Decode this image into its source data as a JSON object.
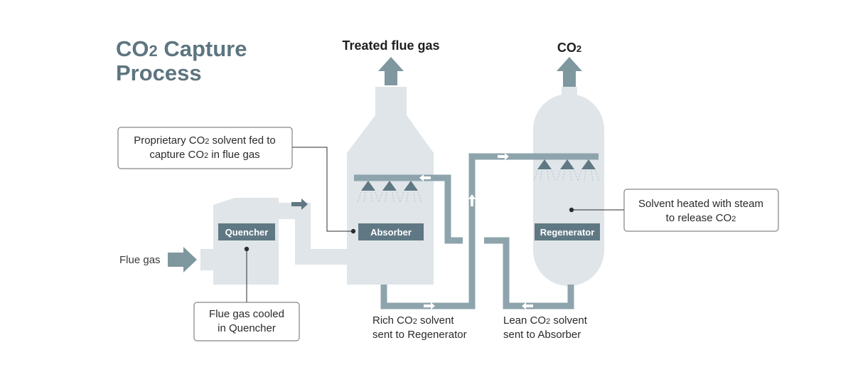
{
  "title": {
    "line1_prefix": "CO",
    "line1_sub": "2",
    "line1_suffix": " Capture",
    "line2": "Process"
  },
  "outputs": {
    "treated_gas": "Treated flue gas",
    "co2_prefix": "CO",
    "co2_sub": "2"
  },
  "inputs": {
    "flue_gas": "Flue gas"
  },
  "units": {
    "quencher": "Quencher",
    "absorber": "Absorber",
    "regenerator": "Regenerator"
  },
  "callouts": {
    "solvent_line1_a": "Proprietary CO",
    "solvent_line1_sub": "2",
    "solvent_line1_b": " solvent fed to",
    "solvent_line2_a": "capture CO",
    "solvent_line2_sub": "2",
    "solvent_line2_b": " in flue gas",
    "quencher_line1": "Flue gas cooled",
    "quencher_line2": "in Quencher",
    "regen_line1": "Solvent heated with steam",
    "regen_line2_a": "to release CO",
    "regen_line2_sub": "2"
  },
  "flows": {
    "rich_line1_a": "Rich CO",
    "rich_line1_sub": "2",
    "rich_line1_b": " solvent",
    "rich_line2": "sent to Regenerator",
    "lean_line1_a": "Lean CO",
    "lean_line1_sub": "2",
    "lean_line1_b": " solvent",
    "lean_line2": "sent to Absorber"
  },
  "colors": {
    "equipment": "#dfe5e8",
    "pipe": "#8ea4ad",
    "unit_label_bg": "#5f7884",
    "arrow": "#7f979f",
    "title": "#5d7580"
  }
}
